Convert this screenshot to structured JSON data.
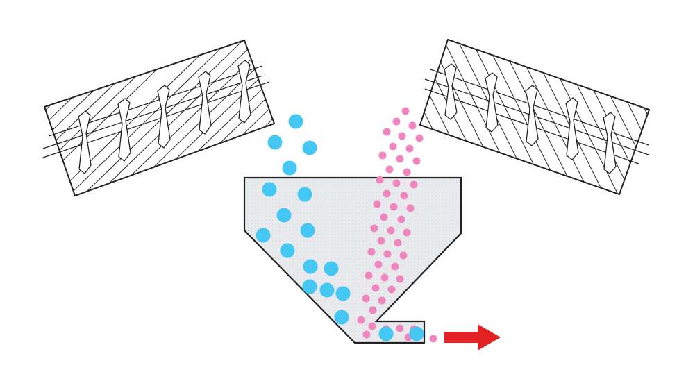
{
  "diagram": {
    "left_feeder": {
      "icon": "screw-conveyor-icon",
      "flight_count": 5
    },
    "right_feeder": {
      "icon": "screw-conveyor-icon",
      "flight_count": 5
    },
    "hopper": {
      "icon": "mixing-hopper-icon"
    },
    "materials": [
      {
        "name": "material-a",
        "shape": "large-granule",
        "color": "#44c7f2"
      },
      {
        "name": "material-b",
        "shape": "small-granule",
        "color": "#ef86bd"
      }
    ],
    "output": {
      "icon": "arrow-right-icon",
      "color": "#e32323"
    },
    "colors": {
      "outline": "#222222",
      "hopper_fill": "#e9eaee",
      "background": "#ffffff"
    }
  }
}
